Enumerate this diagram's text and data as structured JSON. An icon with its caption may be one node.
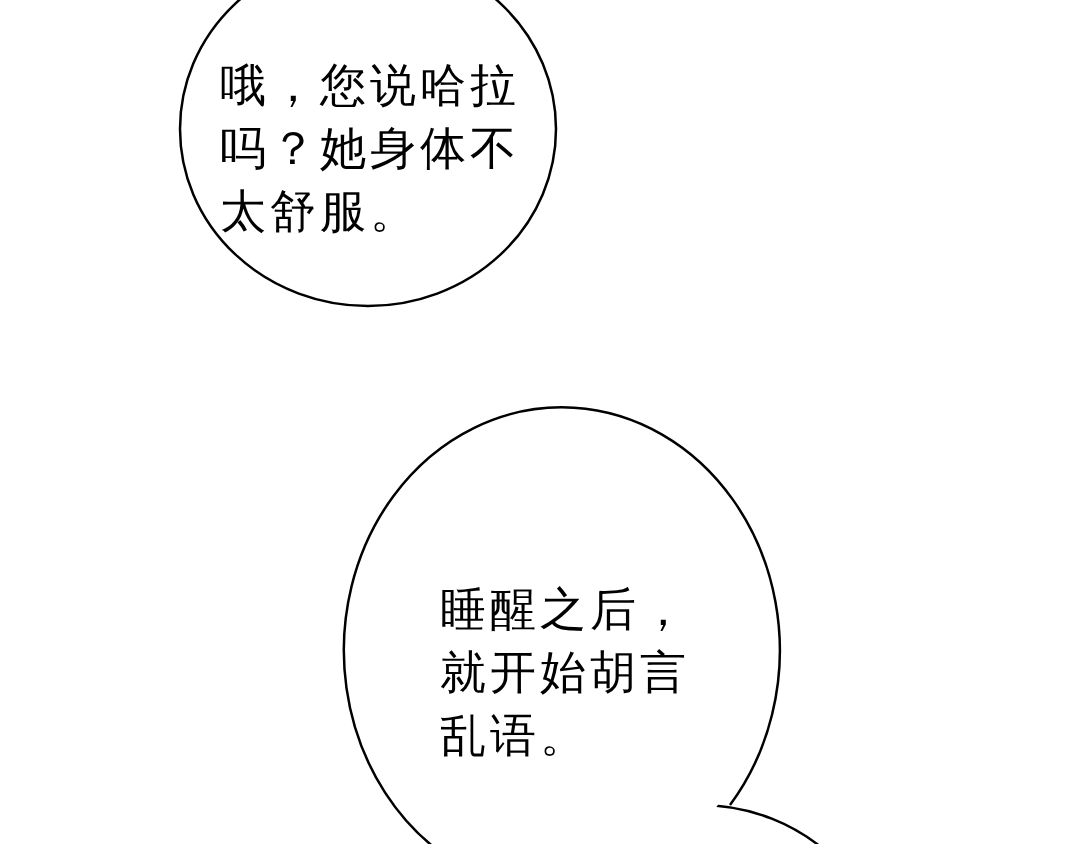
{
  "diagram": {
    "nodes": [
      {
        "text": [
          "哦，您说哈拉吗？她身体不太舒服。"
        ]
      },
      {
        "text": [
          "睡醒之后，就开始胡言乱语。"
        ]
      },
      {
        "text": [],
        "shape": "circle"
      }
    ]
  }
}
